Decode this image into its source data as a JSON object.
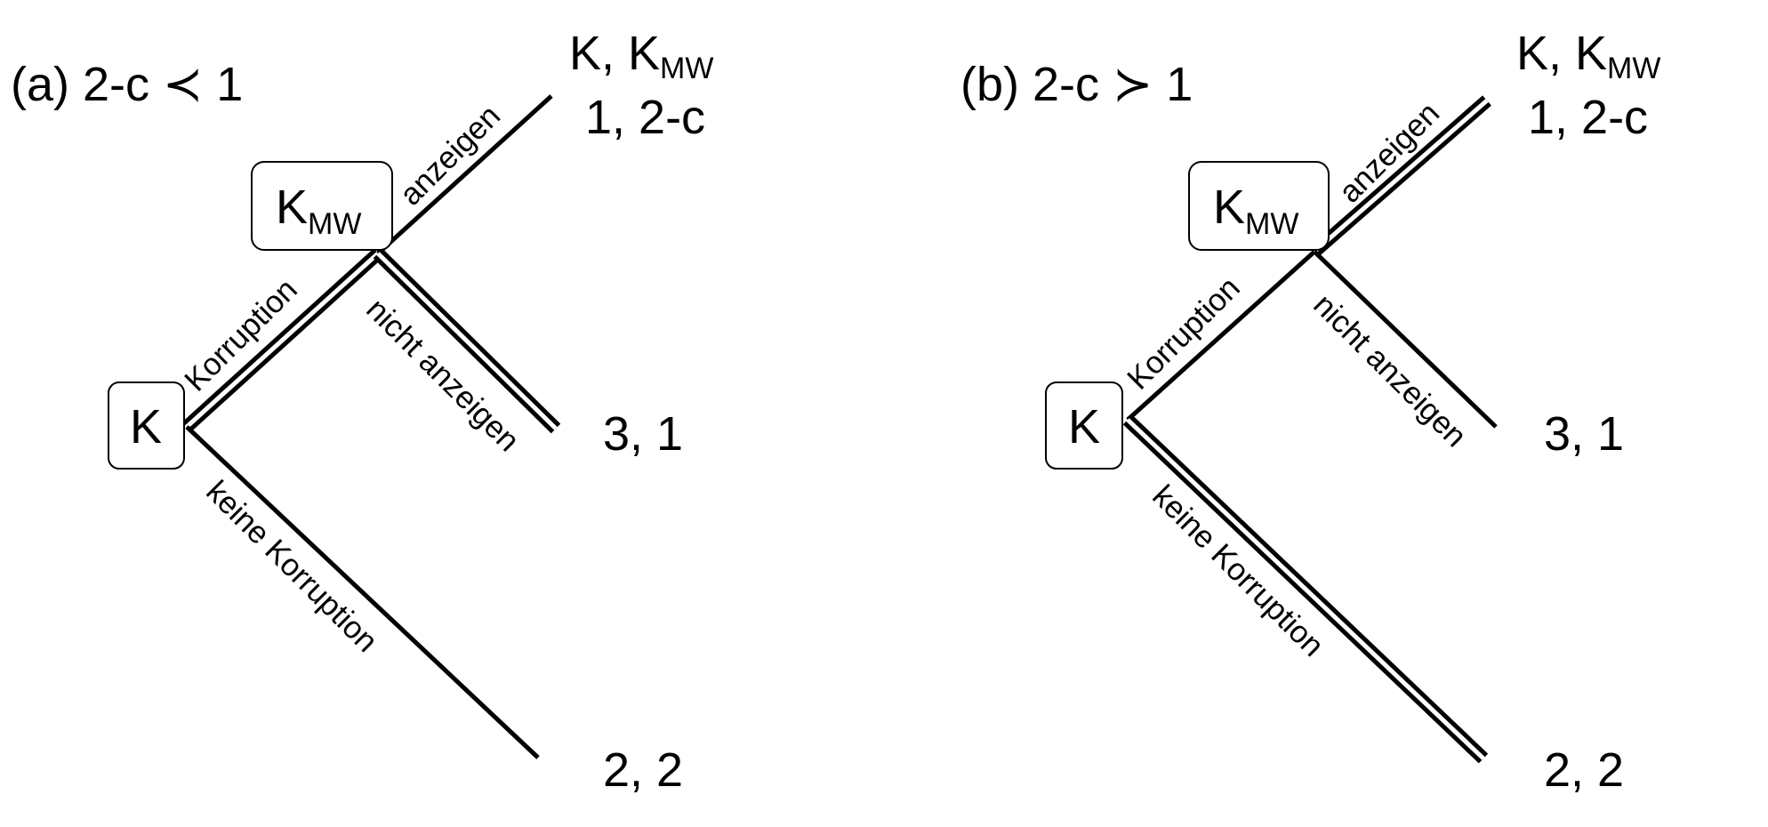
{
  "panels": [
    {
      "title": "(a) 2-c ≺ 1",
      "root_label": "K",
      "decision_label": {
        "main": "K",
        "sub": "MW"
      },
      "header": {
        "main": "K, K",
        "sub": "MW"
      },
      "branches": {
        "korruption": "Korruption",
        "keine_korruption": "keine Korruption",
        "anzeigen": "anzeigen",
        "nicht_anzeigen": "nicht anzeigen"
      },
      "payoffs": {
        "anzeigen": "1, 2-c",
        "nicht_anzeigen": "3, 1",
        "keine_korruption": "2, 2"
      },
      "equilibrium_edges": [
        "korruption",
        "nicht_anzeigen"
      ]
    },
    {
      "title": "(b) 2-c ≻ 1",
      "root_label": "K",
      "decision_label": {
        "main": "K",
        "sub": "MW"
      },
      "header": {
        "main": "K, K",
        "sub": "MW"
      },
      "branches": {
        "korruption": "Korruption",
        "keine_korruption": "keine Korruption",
        "anzeigen": "anzeigen",
        "nicht_anzeigen": "nicht anzeigen"
      },
      "payoffs": {
        "anzeigen": "1, 2-c",
        "nicht_anzeigen": "3, 1",
        "keine_korruption": "2, 2"
      },
      "equilibrium_edges": [
        "anzeigen",
        "keine_korruption"
      ]
    }
  ]
}
